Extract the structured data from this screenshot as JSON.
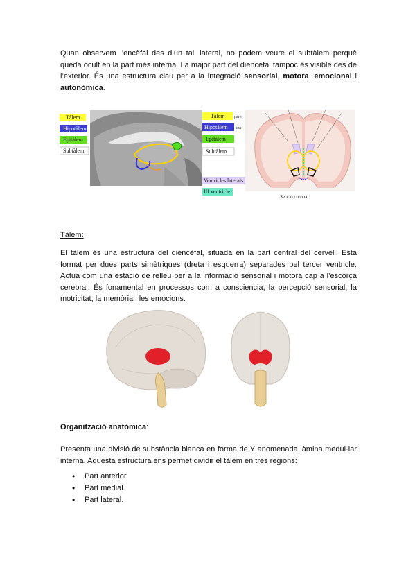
{
  "intro": {
    "text_a": "Quan observem l’encèfal des d’un tall lateral, no podem veure el subtàlem perquè queda ocult en la part més interna. La major part del diencèfal tampoc és visible des de l’exterior. És una estructura clau per a la integració ",
    "bold_1": "sensorial",
    "sep_1": ", ",
    "bold_2": "motora",
    "sep_2": ", ",
    "bold_3": "emocional",
    "sep_3": " i ",
    "bold_4": "autonòmica",
    "end": "."
  },
  "figure1": {
    "labels_left": [
      "Tàlem",
      "Hipotàlem",
      "Epitàlem",
      "Subtàlem"
    ],
    "labels_mid": [
      "Tàlem",
      "Hipotàlem",
      "Epitàlem",
      "Subtàlem"
    ],
    "label_ventricles": "Ventricles laterals",
    "label_third": "III ventricle",
    "side_text_1": "paret",
    "side_text_2": "ana",
    "caption": "Secció coronal",
    "colors": {
      "talem": "#ffff33",
      "hipotalem": "#3333cc",
      "epitalem": "#66dd22",
      "subtalem": "#ffffff",
      "ventricles": "#d8c8f0",
      "third_ventricle": "#66e0c0"
    }
  },
  "talem_section": {
    "heading": "Tàlem",
    "heading_colon": ":",
    "text": "El tàlem és una estructura del diencèfal, situada en la part central del cervell. Està format per dues parts simètriques (dreta i esquerra) separades pel tercer ventricle. Actua com una estació de relleu per a la informació sensorial i motora cap a l’escorça cerebral. És fonamental en processos com a consciencia, la percepció sensorial, la motricitat, la memòria i les emocions."
  },
  "organitzacio": {
    "heading": "Organització anatòmica",
    "heading_colon": ":",
    "text": "Presenta una divisió de substància blanca en forma de Y anomenada làmina medul·lar interna. Aquesta estructura ens permet dividir el tàlem en tres regions:",
    "items": [
      "Part anterior.",
      "Part medial.",
      "Part lateral."
    ]
  }
}
